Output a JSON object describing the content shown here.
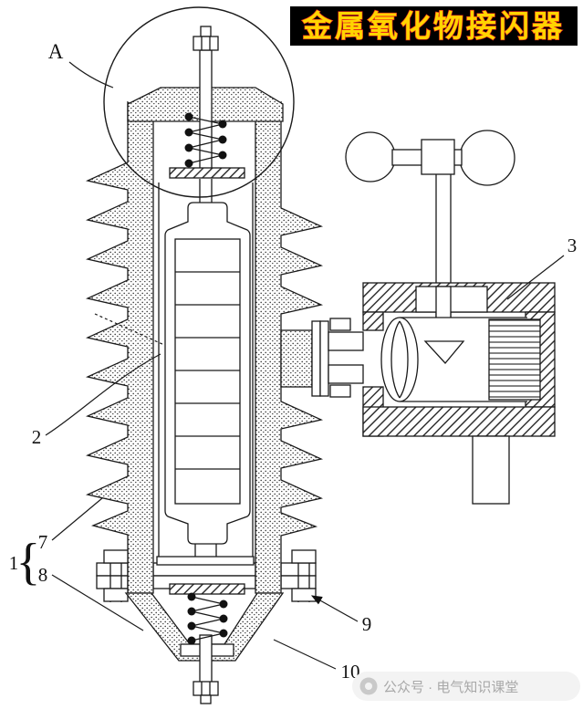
{
  "title": {
    "text": "金属氧化物接闪器",
    "bg": "#000000",
    "fg": "#FFD400",
    "outline": "#E8291C"
  },
  "callouts": {
    "a": "A",
    "n1": "1",
    "n2": "2",
    "n3": "3",
    "n7": "7",
    "n8": "8",
    "n9": "9",
    "n10": "10",
    "brace": "{"
  },
  "watermark": {
    "text": "公众号 · 电气知识课堂",
    "color": "#A8A8A8"
  }
}
